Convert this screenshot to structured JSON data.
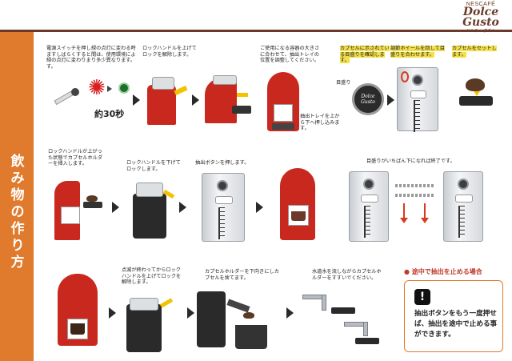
{
  "brand": {
    "line1": "NESCAFÉ",
    "line2": "Dolce",
    "line3": "Gusto",
    "line4": "ドルチェ グスト"
  },
  "sidebar": {
    "title": "飲み物の作り方"
  },
  "row1": {
    "step1": "電源スイッチを押しますしばらくすると緑の点灯に変わります。",
    "step2": "緑の点灯に変わる時間は、使用環境により多少異なります。",
    "seconds": "約30秒",
    "step3": "ロックハンドルを上げてロックを解除します。",
    "step4": "ご使用になる容器の大きさに合わせて、抽出トレイの位置を調整してください。",
    "tray": "抽出トレイを上から下へ押し込みます。",
    "capsule_note": "カプセルに示されている目盛りを確認します。",
    "scale_label": "目盛り",
    "dial": "調節ホイールを回して目盛りを合わせます。",
    "set": "カプセルをセットします。"
  },
  "row2": {
    "step1": "ロックハンドルが上がった状態でカプセルホルダーを挿入します。",
    "step2": "ロックハンドルを下げてロックします。",
    "step3": "抽出ボタンを押します。",
    "finish": "目盛りがいちばん下になれば終了です。"
  },
  "row3": {
    "step1": "点滅が終わってからロックハンドルを上げてロックを解除します。",
    "step2": "カプセルホルダーを下向きにしカプセルを捨てます。",
    "step3": "水道水を流しながらカプセルホルダーをすすいでください。"
  },
  "stop": {
    "title": "● 途中で抽出を止める場合",
    "text": "抽出ボタンをもう一度押せば、抽出を途中で止める事ができます。"
  },
  "colors": {
    "accent": "#e07a2c",
    "brown": "#6b3a2a",
    "highlight": "#f4e04a",
    "machine_red": "#c8281e"
  }
}
